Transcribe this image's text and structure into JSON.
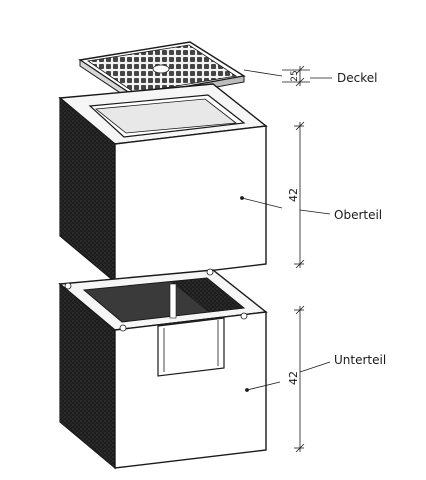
{
  "parts": {
    "cover": {
      "label": "Deckel",
      "dimension": "25"
    },
    "upper": {
      "label": "Oberteil",
      "dimension": "42"
    },
    "lower": {
      "label": "Unterteil",
      "dimension": "42"
    }
  }
}
